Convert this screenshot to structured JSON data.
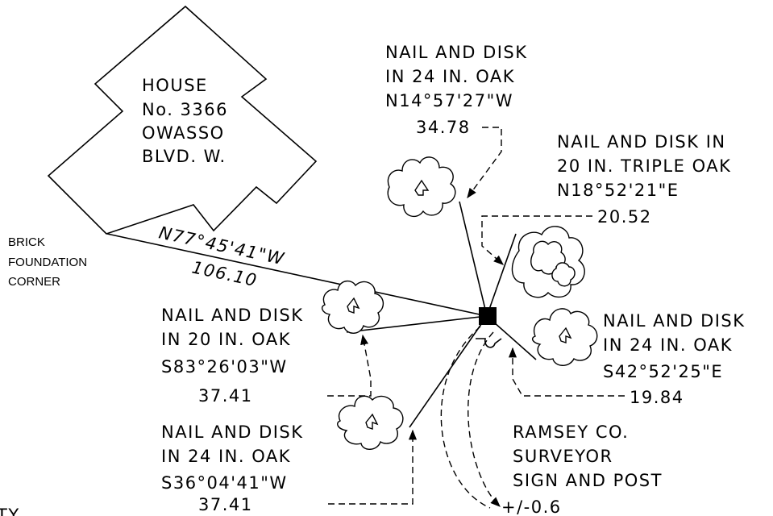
{
  "house": {
    "line1": "HOUSE",
    "line2": "No. 3366",
    "line3": "OWASSO",
    "line4": "BLVD. W."
  },
  "brick_corner": {
    "line1": "BRICK",
    "line2": "FOUNDATION",
    "line3": "CORNER"
  },
  "main_bearing": "N77°45'41\"W",
  "main_distance": "106.10",
  "ties": [
    {
      "line1": "NAIL AND DISK",
      "line2": "IN 24 IN. OAK",
      "bearing": "N14°57'27\"W",
      "distance": "34.78"
    },
    {
      "line1": "NAIL AND DISK IN",
      "line2": "20 IN. TRIPLE OAK",
      "bearing": "N18°52'21\"E",
      "distance": "20.52"
    },
    {
      "line1": "NAIL AND DISK",
      "line2": "IN 20 IN. OAK",
      "bearing": "S83°26'03\"W",
      "distance": "37.41"
    },
    {
      "line1": "NAIL AND DISK",
      "line2": "IN 24 IN. OAK",
      "bearing": "S42°52'25\"E",
      "distance": "19.84"
    },
    {
      "line1": "NAIL AND DISK",
      "line2": "IN 24 IN. OAK",
      "bearing": "S36°04'41\"W",
      "distance": "37.41"
    }
  ],
  "sign": {
    "line1": "RAMSEY CO.",
    "line2": "SURVEYOR",
    "line3": "SIGN AND POST",
    "distance": "+/-0.6"
  },
  "edge_fragment": "TY"
}
